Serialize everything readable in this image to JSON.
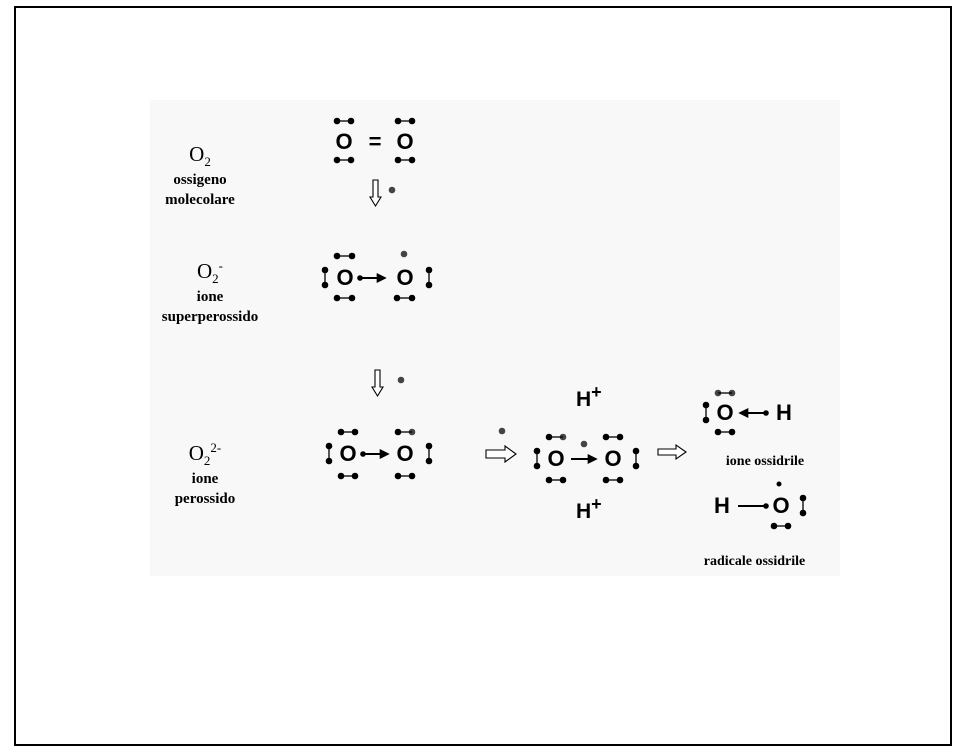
{
  "rows": [
    {
      "formula": "O",
      "sub": "2",
      "sup": "",
      "line1": "ossigeno",
      "line2": "molecolare"
    },
    {
      "formula": "O",
      "sub": "2",
      "sup": "-",
      "line1": "ione",
      "line2": "superperossido"
    },
    {
      "formula": "O",
      "sub": "2",
      "sup": "2-",
      "line1": "ione",
      "line2": "perossido"
    }
  ],
  "atoms": {
    "oxygen": "O",
    "hydrogen": "H",
    "double_bond": "="
  },
  "protons": {
    "top": "H",
    "bottom": "H",
    "charge": "+"
  },
  "products": {
    "hydroxide": "ione ossidrile",
    "hydroxyl_radical": "radicale ossidrile"
  },
  "colors": {
    "electron": "#000000",
    "added_electron": "#444444",
    "line": "#000000"
  }
}
